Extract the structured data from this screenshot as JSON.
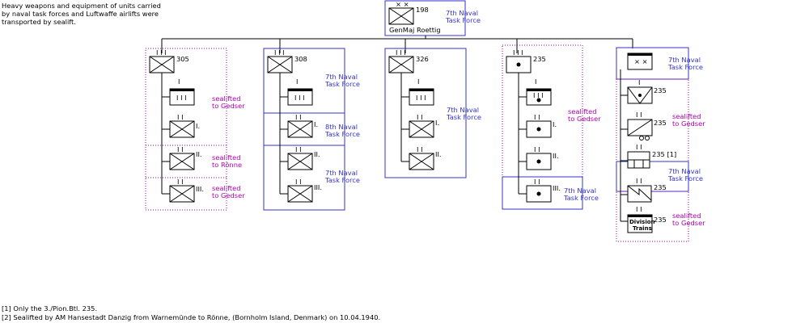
{
  "header_note": [
    "Heavy weapons and equipment of units carried",
    "by naval task forces and Luftwaffe airlifts were",
    "transported by sealift."
  ],
  "hq": {
    "number": "198",
    "commander": "GenMaj Roettig",
    "task_force": [
      "7th Naval",
      "Task Force"
    ]
  },
  "regiments": [
    {
      "number": "305",
      "batteries": [
        "I.",
        "II.",
        "III."
      ],
      "notes": [
        [
          "sealifted",
          "to Gedser"
        ],
        [
          "sealifted",
          "to Rönne"
        ],
        [
          "sealifted",
          "to Gedser"
        ]
      ]
    },
    {
      "number": "308",
      "batteries": [
        "I.",
        "II.",
        "III."
      ],
      "notes": [
        [
          "7th Naval",
          "Task Force"
        ],
        [
          "8th Naval",
          "Task Force"
        ],
        [
          "7th Naval",
          "Task Force"
        ]
      ]
    },
    {
      "number": "326",
      "batteries": [
        "I.",
        "II."
      ],
      "notes": [
        [
          "7th Naval",
          "Task Force"
        ]
      ]
    },
    {
      "number": "235",
      "batteries": [
        "I.",
        "II.",
        "III."
      ],
      "notes": [
        [
          "sealifted",
          "to Gedser"
        ],
        [
          "7th Naval",
          "Task Force"
        ]
      ]
    }
  ],
  "divisional_units": {
    "task_force": [
      "7th Naval",
      "Task Force"
    ],
    "units": [
      "235",
      "235",
      "235 [1]",
      "235",
      "235"
    ],
    "trains_label": [
      "Division",
      "Trains"
    ],
    "notes": [
      [
        "sealifted",
        "to Gedser"
      ],
      [
        "7th Naval",
        "Task Force"
      ],
      [
        "sealifted",
        "to Gedser"
      ]
    ]
  },
  "footnotes": [
    "[1] Only the 3./Pion.Btl. 235.",
    "[2] Sealifted by  AM Hansestadt Danzig from Warnemünde to Rönne, (Bornholm Island, Denmark) on 10.04.1940."
  ],
  "colors": {
    "blue": "#3333cc",
    "magenta": "#aa00aa",
    "black": "#000000"
  }
}
